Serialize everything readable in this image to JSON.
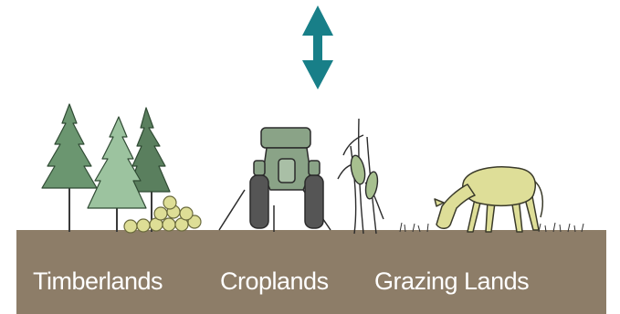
{
  "labels": {
    "timberlands": "Timberlands",
    "croplands": "Croplands",
    "grazing_lands": "Grazing Lands"
  },
  "colors": {
    "ground": "#8d7d68",
    "arrow": "#187f88",
    "tree_dark": "#5f8a64",
    "tree_light": "#9cc39f",
    "logs": "#dede96",
    "tractor": "#8aa387",
    "cow": "#dede98",
    "corn": "#a7c08f"
  },
  "icons": [
    "double-arrow-icon",
    "conifer-trees-icon",
    "log-pile-icon",
    "tractor-icon",
    "corn-stalk-icon",
    "grazing-cow-icon"
  ]
}
